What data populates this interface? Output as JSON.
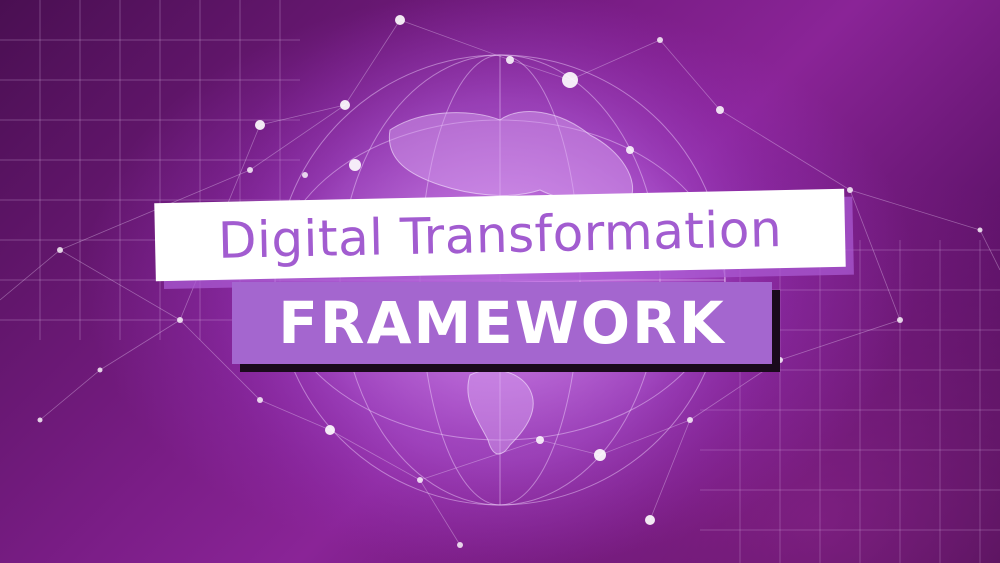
{
  "title": "Digital Transformation",
  "subtitle": "FRAMEWORK",
  "colors": {
    "background": "#7a1d86",
    "title_text": "#a25cd0",
    "title_banner": "#ffffff",
    "subtitle_banner": "#a466cf",
    "subtitle_text": "#ffffff",
    "shadow_dark": "#1a0a1c"
  },
  "background_elements": {
    "globe": "globe-icon",
    "network": "network-lines",
    "grid": "grid-pattern"
  }
}
